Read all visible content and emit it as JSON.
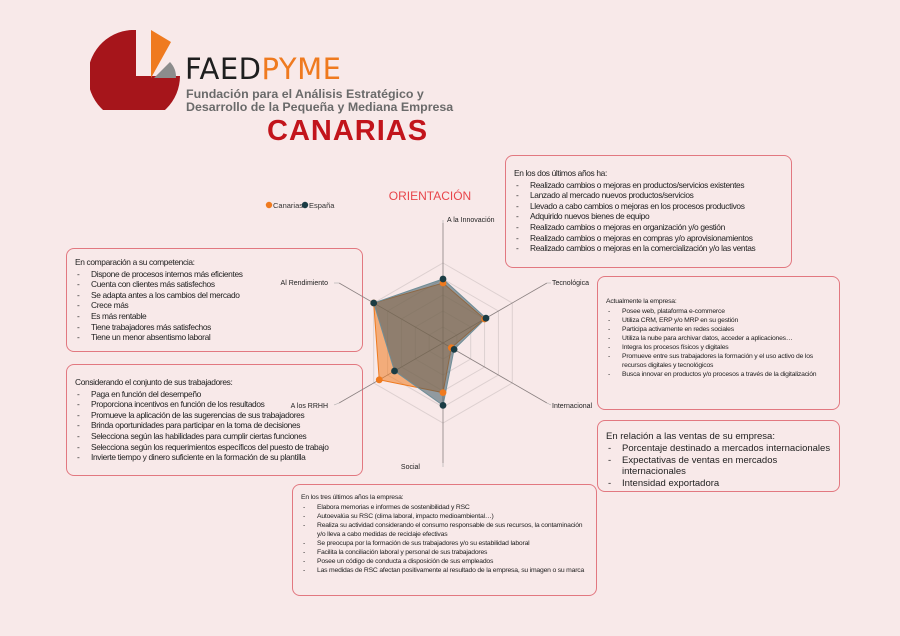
{
  "header": {
    "brand_part1": "FAED",
    "brand_part2": "PYME",
    "subtitle_line1": "Fundación para el Análisis Estratégico y",
    "subtitle_line2": "Desarrollo de la Pequeña y Mediana Empresa",
    "region": "CANARIAS"
  },
  "colors": {
    "accent_red": "#c2141b",
    "orange": "#ef7a1f",
    "dark_teal": "#1b3c44",
    "border": "#e27880"
  },
  "chart_data": {
    "type": "radar",
    "title": "ORIENTACIÓN",
    "axes": [
      "A la Innovación",
      "Tecnológica",
      "Internacional",
      "Social",
      "A los RRHH",
      "Al Rendimiento"
    ],
    "range": [
      0,
      5
    ],
    "rings": 5,
    "legend_position": "top-left",
    "series": [
      {
        "name": "Canarias",
        "color": "#ef7a1f",
        "values": [
          3.75,
          3.0,
          0.6,
          3.1,
          4.6,
          5.0
        ]
      },
      {
        "name": "España",
        "color": "#1b3c44",
        "values": [
          4.0,
          3.1,
          0.8,
          3.9,
          3.5,
          5.0
        ]
      }
    ]
  },
  "boxes": {
    "innovacion": {
      "heading": "En los dos últimos años ha:",
      "items": [
        "Realizado cambios o mejoras en productos/servicios existentes",
        "Lanzado al mercado nuevos productos/servicios",
        "Llevado a cabo cambios o mejoras en los procesos productivos",
        "Adquirido nuevos bienes de equipo",
        "Realizado cambios o mejoras en organización y/o gestión",
        "Realizado cambios o mejoras en compras y/o aprovisionamientos",
        "Realizado cambios o mejoras en la comercialización y/o las ventas"
      ]
    },
    "rendimiento": {
      "heading": "En comparación a su competencia:",
      "items": [
        "Dispone de procesos internos más eficientes",
        "Cuenta con clientes más satisfechos",
        "Se adapta antes a los cambios del mercado",
        "Crece más",
        "Es más rentable",
        "Tiene trabajadores más satisfechos",
        "Tiene un menor absentismo laboral"
      ]
    },
    "rrhh": {
      "heading": "Considerando el conjunto de sus trabajadores:",
      "items": [
        "Paga en función del desempeño",
        "Proporciona incentivos en función de los resultados",
        "Promueve la aplicación de las sugerencias de sus trabajadores",
        "Brinda oportunidades para participar en la toma de decisiones",
        "Selecciona según las habilidades para cumplir ciertas funciones",
        "Selecciona según los requerimientos específicos del puesto de trabajo",
        "Invierte tiempo y dinero suficiente en la formación de su plantilla"
      ]
    },
    "tecnologica": {
      "heading": "Actualmente la empresa:",
      "items": [
        "Posee web, plataforma e-commerce",
        "Utiliza CRM, ERP y/o MRP en su gestión",
        "Participa activamente en redes sociales",
        "Utiliza la nube para archivar datos, acceder a aplicaciones…",
        "Integra los procesos físicos y digitales",
        "Promueve entre sus trabajadores la formación y el uso activo de los recursos digitales y tecnológicos",
        "Busca innovar en productos y/o procesos a través de la digitalización"
      ]
    },
    "internacional": {
      "heading": "En relación a las ventas de su empresa:",
      "items": [
        "Porcentaje destinado a mercados internacionales",
        "Expectativas de ventas en mercados internacionales",
        "Intensidad exportadora"
      ]
    },
    "social": {
      "heading": "En los tres últimos años la empresa:",
      "items": [
        "Elabora memorias e informes de sostenibilidad y RSC",
        "Autoevalúa su RSC (clima laboral, impacto medioambiental…)",
        "Realiza su actividad considerando el consumo responsable de sus recursos, la contaminación y/o lleva a cabo medidas de reciclaje efectivas",
        "Se preocupa por la formación de sus trabajadores y/o su estabilidad laboral",
        "Facilita la conciliación laboral y personal de sus trabajadores",
        "Posee un código de conducta a disposición de sus empleados",
        "Las medidas de RSC afectan positivamente al resultado de la empresa, su imagen o su marca"
      ]
    }
  }
}
